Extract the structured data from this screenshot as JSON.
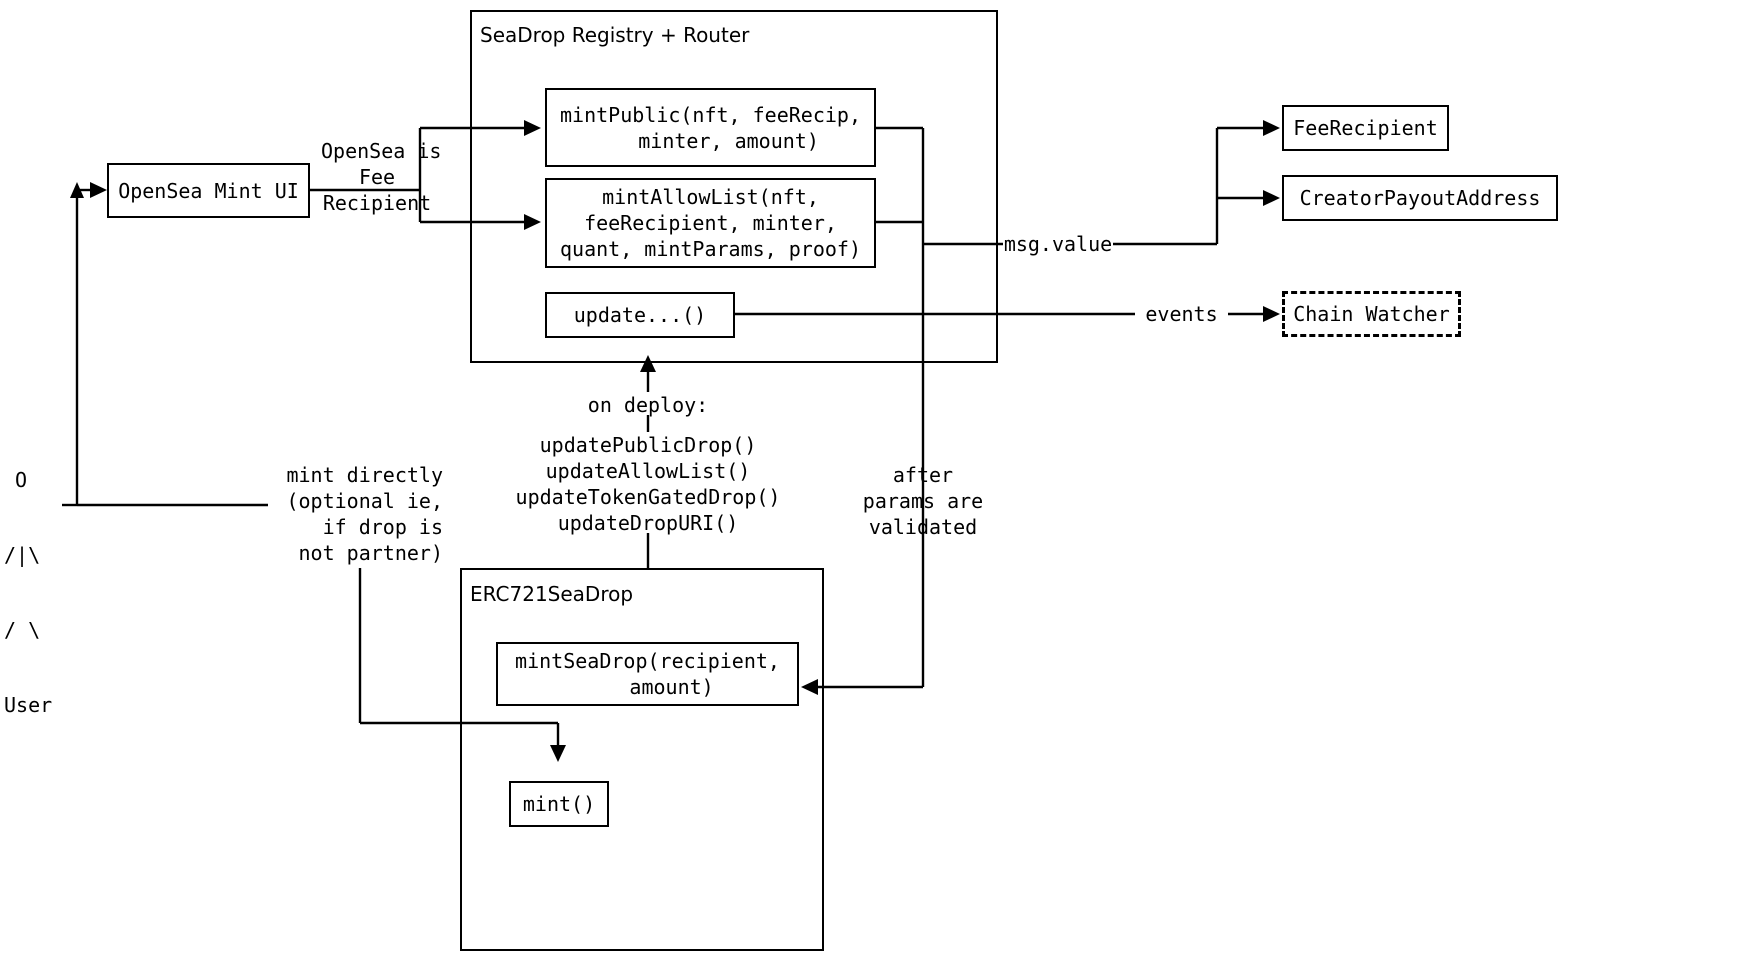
{
  "diagram": {
    "title": "SeaDrop Registry + Router architecture flow",
    "background": "#ffffff",
    "stroke": "#000000"
  },
  "actor": {
    "figure_head": "O",
    "figure_arms": "/|\\",
    "figure_legs": "/ \\",
    "label": "User"
  },
  "boxes": {
    "opensea_mint_ui": "OpenSea Mint UI",
    "seadrop_group": "SeaDrop Registry + Router",
    "mint_public": "mintPublic(nft, feeRecip,\n   minter, amount)",
    "mint_allow_list": "mintAllowList(nft,\nfeeRecipient, minter,\nquant, mintParams, proof)",
    "update_fn": "update...()",
    "fee_recipient": "FeeRecipient",
    "creator_payout_address": "CreatorPayoutAddress",
    "chain_watcher": "Chain Watcher",
    "erc721_seadrop_group": "ERC721SeaDrop",
    "mint_seadrop": "mintSeaDrop(recipient,\n    amount)",
    "mint_fn": "mint()"
  },
  "edge_labels": {
    "opensea_is_fee_recipient": "OpenSea is\nFee\nRecipient",
    "msg_value": "msg.value",
    "events": "events",
    "on_deploy": "on deploy:",
    "on_deploy_calls": "updatePublicDrop()\nupdateAllowList()\nupdateTokenGatedDrop()\nupdateDropURI()",
    "after_params_validated": "after\nparams are\nvalidated",
    "mint_directly": "mint directly\n(optional ie,\n if drop is\nnot partner)"
  }
}
